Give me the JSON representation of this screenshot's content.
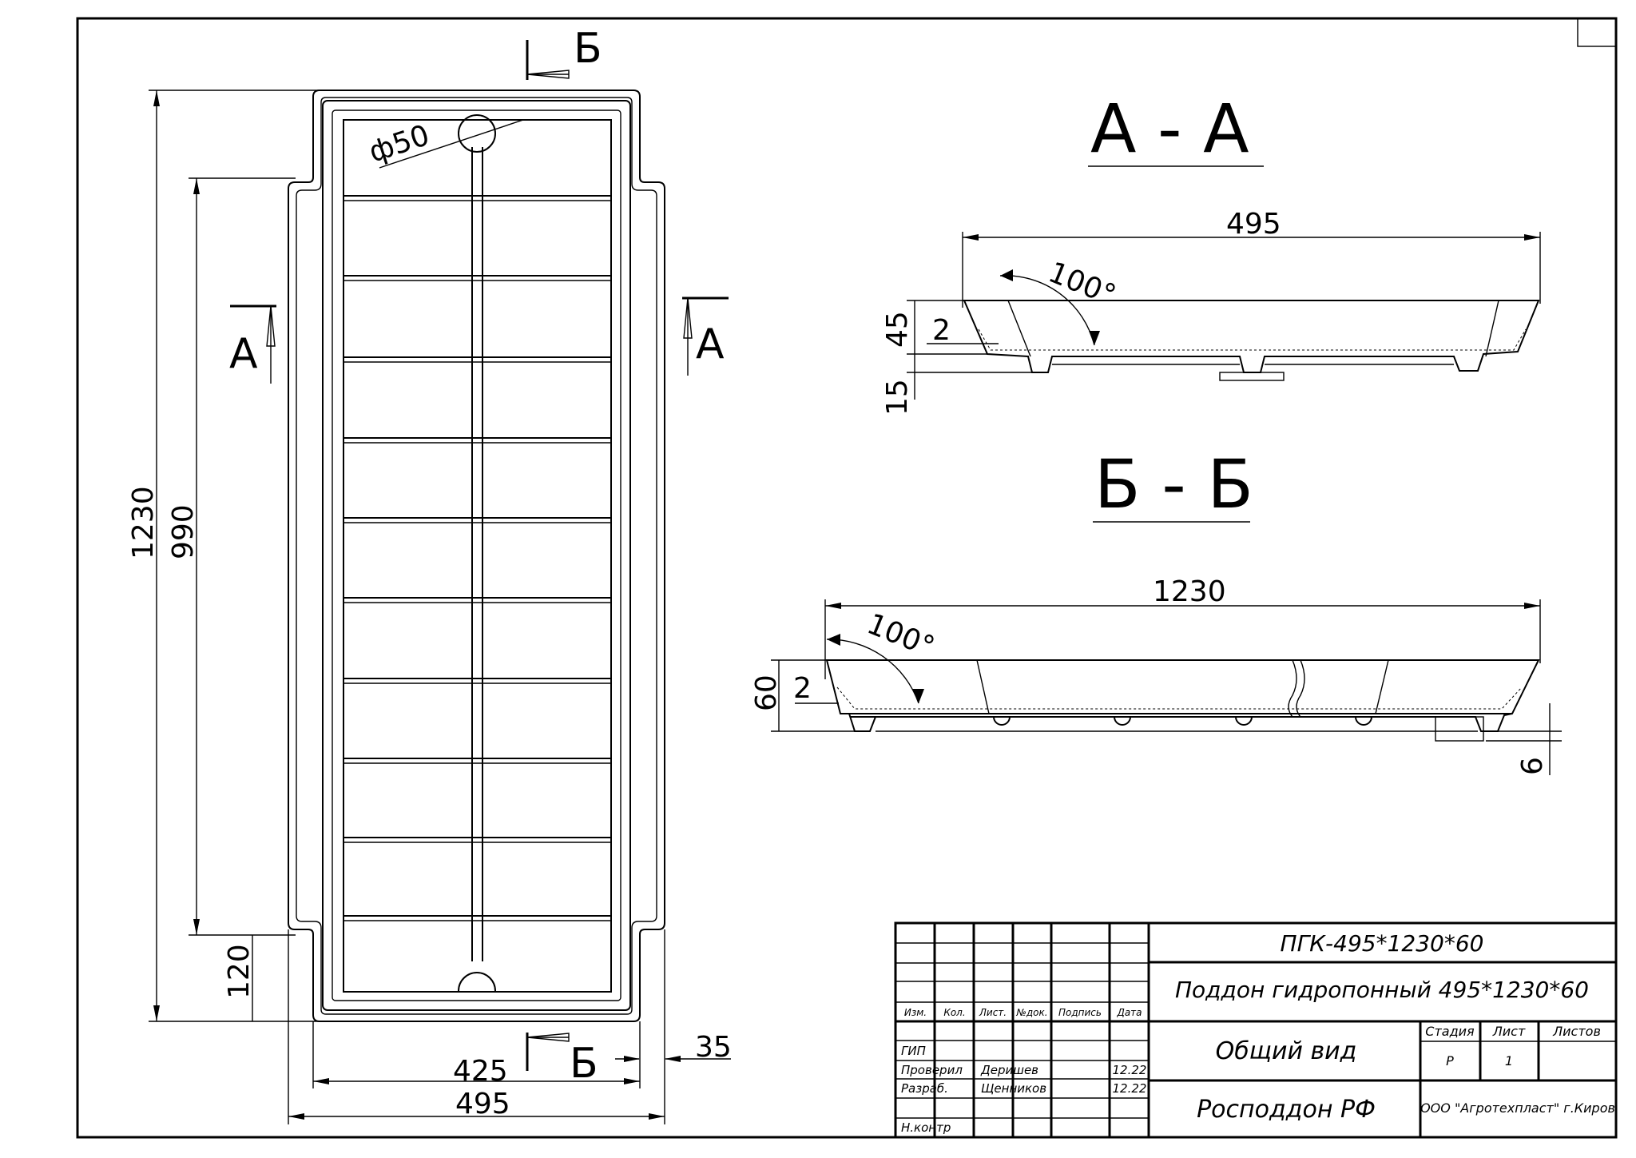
{
  "plan": {
    "dim_height_total": "1230",
    "dim_height_inner": "990",
    "dim_offset": "120",
    "dim_hole": "ф50",
    "dim_width_inner": "425",
    "dim_width_total": "495",
    "dim_lip": "35",
    "cut_a": "A",
    "cut_b": "Б"
  },
  "section_a": {
    "title": "А - А",
    "dim_width": "495",
    "dim_angle": "100°",
    "dim_height": "45",
    "dim_wall": "2",
    "dim_foot": "15"
  },
  "section_b": {
    "title": "Б - Б",
    "dim_length": "1230",
    "dim_angle": "100°",
    "dim_height": "60",
    "dim_wall": "2",
    "dim_foot": "6"
  },
  "title_block": {
    "doc_code": "ПГК-495*1230*60",
    "product_name": "Поддон гидропонный 495*1230*60",
    "view_name": "Общий вид",
    "brand": "Росподдон РФ",
    "org": "ООО \"Агротехпласт\" г.Киров",
    "col_headers": [
      "Изм.",
      "Кол.",
      "Лист.",
      "№док.",
      "Подпись",
      "Дата"
    ],
    "stage_label": "Стадия",
    "sheet_label": "Лист",
    "sheets_label": "Листов",
    "stage_value": "Р",
    "sheet_value": "1",
    "roles": [
      "ГИП",
      "Проверил",
      "Разраб.",
      "",
      "Н.контр"
    ],
    "names": [
      "",
      "Деришев",
      "Щенников",
      "",
      ""
    ],
    "dates": [
      "",
      "12.22",
      "12.22",
      "",
      ""
    ]
  }
}
